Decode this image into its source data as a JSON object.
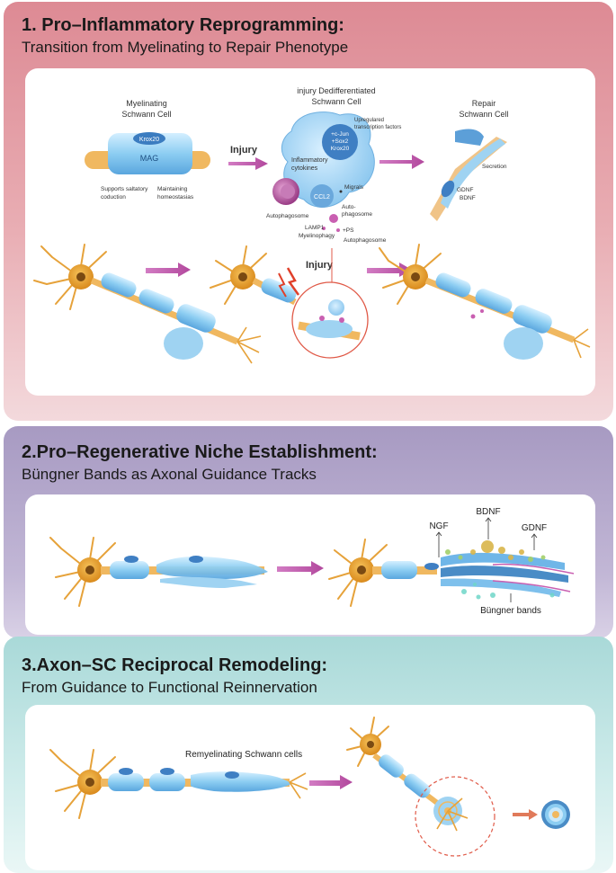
{
  "panel1": {
    "title": "1. Pro–Inflammatory Reprogramming:",
    "subtitle": "Transition from Myelinating to Repair Phenotype",
    "labels": {
      "myelinating": [
        "Myelinating",
        "Schwann Cell"
      ],
      "krox20": "Krox20",
      "mag": "MAG",
      "supports": [
        "Supports saltatory",
        "coduction"
      ],
      "maintaining": [
        "Maintaining",
        "homeostasias"
      ],
      "injury_arrow": "Injury",
      "dediff": [
        "injury Dedifferentiated",
        "Schwann Cell"
      ],
      "nucleus_factors": [
        "+c-Jun",
        "+Sox2",
        "Krox20"
      ],
      "upregulated": [
        "Upregulared",
        "transcription factors"
      ],
      "inflammatory": [
        "Inflammatory",
        "cytokines"
      ],
      "ccl2": "CCL2",
      "migrals": "Migrals",
      "autophagosome_left": "Autophagosome",
      "auto_phagosome": [
        "Auto-",
        "phagosome"
      ],
      "lamp1": "LAMP1",
      "ps": "+PS",
      "myelinophagy": "Myelinophagy",
      "autophagosome_bottom": "Autophagosome",
      "repair": [
        "Repair",
        "Schwann Cell"
      ],
      "secretion": "Secretion",
      "gdnf": "GDNF",
      "bdnf": "BDNF",
      "injury_center": "Injury"
    }
  },
  "panel2": {
    "title": "2.Pro–Regenerative Niche Establishment:",
    "subtitle": "Büngner Bands as Axonal Guidance Tracks",
    "labels": {
      "ngf": "NGF",
      "bdnf": "BDNF",
      "gdnf": "GDNF",
      "bungner": "Büngner bands"
    }
  },
  "panel3": {
    "title": "3.Axon–SC Reciprocal Remodeling:",
    "subtitle": "From Guidance to Functional Reinnervation",
    "labels": {
      "remyelinating": "Remyelinating Schwann cells"
    }
  },
  "colors": {
    "neuron": "#e9a73a",
    "axon": "#f0b860",
    "myelin": "#9fd3f2",
    "myelin_dark": "#4a8cc6",
    "arrow": "#c762b0",
    "macrophage": "#b04f9a"
  }
}
